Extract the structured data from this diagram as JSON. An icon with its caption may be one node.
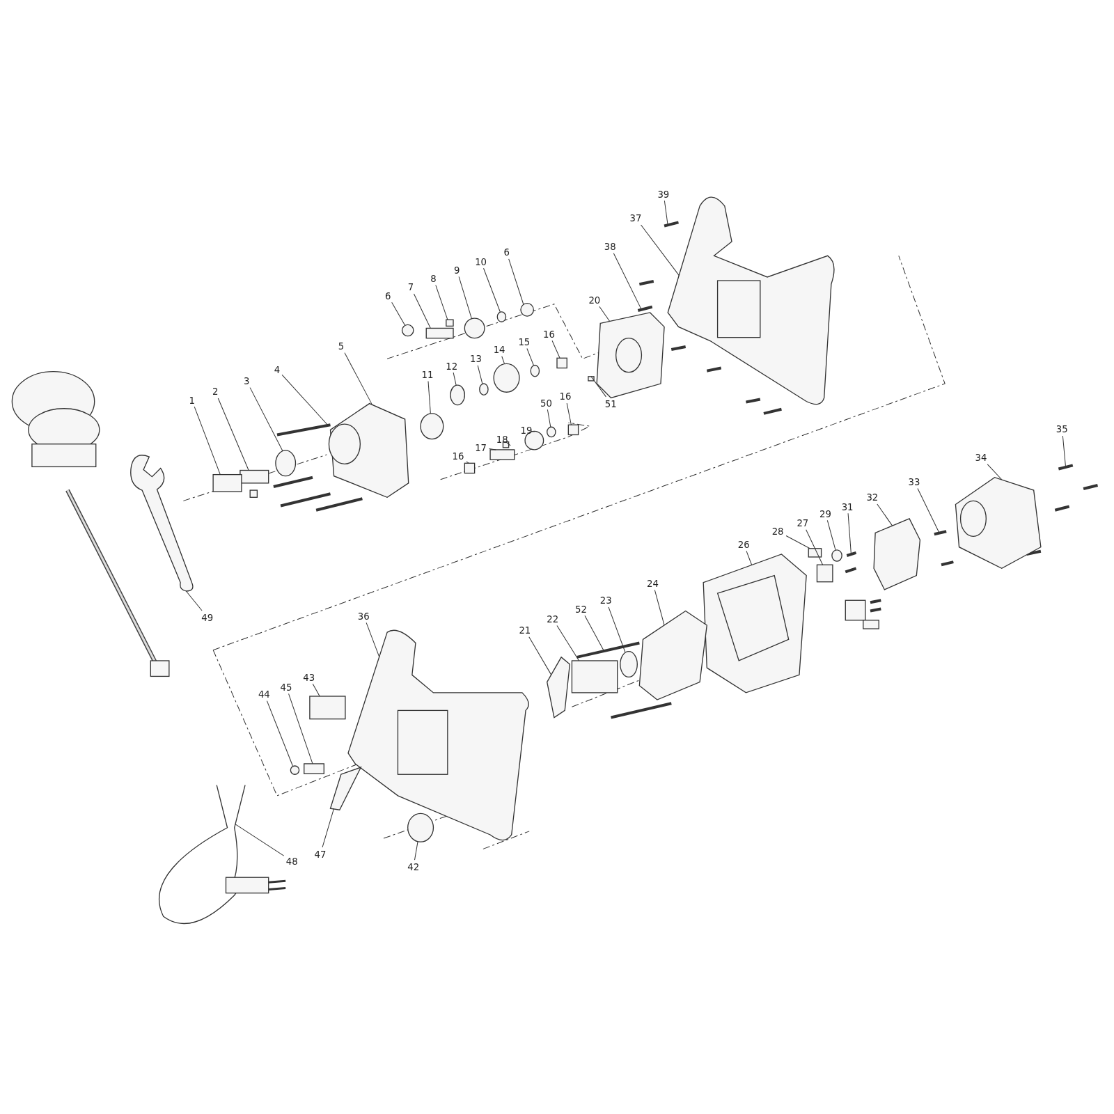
{
  "diagram": {
    "nodes": [
      {
        "text": [
          "39"
        ]
      },
      {
        "text": [
          "37"
        ]
      },
      {
        "text": [
          "38"
        ]
      },
      {
        "text": [
          "6"
        ]
      },
      {
        "text": [
          "10"
        ]
      },
      {
        "text": [
          "9"
        ]
      },
      {
        "text": [
          "8"
        ]
      },
      {
        "text": [
          "7"
        ]
      },
      {
        "text": [
          "6"
        ]
      },
      {
        "text": [
          "20"
        ]
      },
      {
        "text": [
          "16"
        ]
      },
      {
        "text": [
          "15"
        ]
      },
      {
        "text": [
          "14"
        ]
      },
      {
        "text": [
          "13"
        ]
      },
      {
        "text": [
          "12"
        ]
      },
      {
        "text": [
          "11"
        ]
      },
      {
        "text": [
          "5"
        ]
      },
      {
        "text": [
          "4"
        ]
      },
      {
        "text": [
          "3"
        ]
      },
      {
        "text": [
          "2"
        ]
      },
      {
        "text": [
          "1"
        ]
      },
      {
        "text": [
          "16"
        ]
      },
      {
        "text": [
          "50"
        ]
      },
      {
        "text": [
          "51"
        ]
      },
      {
        "text": [
          "19"
        ]
      },
      {
        "text": [
          "18"
        ]
      },
      {
        "text": [
          "17"
        ]
      },
      {
        "text": [
          "16"
        ]
      },
      {
        "text": [
          "35"
        ]
      },
      {
        "text": [
          "34"
        ]
      },
      {
        "text": [
          "33"
        ]
      },
      {
        "text": [
          "32"
        ]
      },
      {
        "text": [
          "31"
        ]
      },
      {
        "text": [
          "29"
        ]
      },
      {
        "text": [
          "27"
        ]
      },
      {
        "text": [
          "28"
        ]
      },
      {
        "text": [
          "26"
        ]
      },
      {
        "text": [
          "24"
        ]
      },
      {
        "text": [
          "23"
        ]
      },
      {
        "text": [
          "52"
        ]
      },
      {
        "text": [
          "22"
        ]
      },
      {
        "text": [
          "36"
        ]
      },
      {
        "text": [
          "49"
        ]
      },
      {
        "text": [
          "21"
        ]
      },
      {
        "text": [
          "43"
        ]
      },
      {
        "text": [
          "45"
        ]
      },
      {
        "text": [
          "44"
        ]
      },
      {
        "text": [
          "47"
        ]
      },
      {
        "text": [
          "48"
        ]
      },
      {
        "text": [
          "42"
        ]
      },
      {
        "text": [],
        "shape": "bar"
      },
      {
        "text": [],
        "shape": "picture"
      },
      {
        "text": [],
        "shape": "bar"
      },
      {
        "text": [],
        "shape": "circle"
      },
      {
        "text": [],
        "shape": "circle"
      },
      {
        "text": [],
        "shape": "circle"
      },
      {
        "text": [],
        "shape": "box"
      },
      {
        "text": [],
        "shape": "box"
      },
      {
        "text": [],
        "shape": "circle"
      },
      {
        "text": [],
        "shape": "picture"
      },
      {
        "text": [],
        "shape": "box"
      },
      {
        "text": [],
        "shape": "circle"
      },
      {
        "text": [],
        "shape": "circle"
      },
      {
        "text": [],
        "shape": "circle"
      },
      {
        "text": [],
        "shape": "circle"
      },
      {
        "text": [],
        "shape": "circle"
      },
      {
        "text": [],
        "shape": "picture"
      },
      {
        "text": [],
        "shape": "bar"
      },
      {
        "text": [],
        "shape": "circle"
      },
      {
        "text": [],
        "shape": "box"
      },
      {
        "text": [],
        "shape": "box"
      },
      {
        "text": [],
        "shape": "box"
      },
      {
        "text": [],
        "shape": "circle"
      },
      {
        "text": [],
        "shape": "box"
      },
      {
        "text": [],
        "shape": "circle"
      },
      {
        "text": [],
        "shape": "box"
      },
      {
        "text": [],
        "shape": "box"
      },
      {
        "text": [],
        "shape": "box"
      },
      {
        "text": [],
        "shape": "bar"
      },
      {
        "text": [],
        "shape": "picture"
      },
      {
        "text": [],
        "shape": "bar"
      },
      {
        "text": [],
        "shape": "picture"
      },
      {
        "text": [],
        "shape": "bar"
      },
      {
        "text": [],
        "shape": "circle"
      },
      {
        "text": [],
        "shape": "box"
      },
      {
        "text": [],
        "shape": "box"
      },
      {
        "text": [],
        "shape": "picture"
      },
      {
        "text": [],
        "shape": "picture"
      },
      {
        "text": [],
        "shape": "circle"
      },
      {
        "text": [],
        "shape": "bar"
      },
      {
        "text": [],
        "shape": "box"
      },
      {
        "text": [],
        "shape": "picture"
      },
      {
        "text": [],
        "shape": "picture"
      },
      {
        "text": [],
        "shape": "picture"
      },
      {
        "text": [],
        "shape": "box"
      },
      {
        "text": [],
        "shape": "box"
      },
      {
        "text": [],
        "shape": "circle"
      },
      {
        "text": [],
        "shape": "picture"
      },
      {
        "text": [],
        "shape": "picture"
      },
      {
        "text": [],
        "shape": "circle"
      }
    ],
    "edges": [
      {
        "from": 0,
        "to": 50,
        "arrow": "none"
      },
      {
        "from": 1,
        "to": 51,
        "arrow": "none"
      },
      {
        "from": 2,
        "to": 52,
        "arrow": "none"
      },
      {
        "from": 3,
        "to": 53,
        "arrow": "none"
      },
      {
        "from": 4,
        "to": 54,
        "arrow": "none"
      },
      {
        "from": 5,
        "to": 55,
        "arrow": "none"
      },
      {
        "from": 6,
        "to": 56,
        "arrow": "none"
      },
      {
        "from": 7,
        "to": 57,
        "arrow": "none"
      },
      {
        "from": 8,
        "to": 58,
        "arrow": "none"
      },
      {
        "from": 9,
        "to": 59,
        "arrow": "none"
      },
      {
        "from": 10,
        "to": 60,
        "arrow": "none"
      },
      {
        "from": 11,
        "to": 61,
        "arrow": "none"
      },
      {
        "from": 12,
        "to": 62,
        "arrow": "none"
      },
      {
        "from": 13,
        "to": 63,
        "arrow": "none"
      },
      {
        "from": 14,
        "to": 64,
        "arrow": "none"
      },
      {
        "from": 15,
        "to": 65,
        "arrow": "none"
      },
      {
        "from": 16,
        "to": 66,
        "arrow": "none"
      },
      {
        "from": 17,
        "to": 67,
        "arrow": "none"
      },
      {
        "from": 18,
        "to": 68,
        "arrow": "none"
      },
      {
        "from": 19,
        "to": 69,
        "arrow": "none"
      },
      {
        "from": 20,
        "to": 70,
        "arrow": "none"
      },
      {
        "from": 21,
        "to": 71,
        "arrow": "none"
      },
      {
        "from": 22,
        "to": 72,
        "arrow": "none"
      },
      {
        "from": 23,
        "to": 73,
        "arrow": "none"
      },
      {
        "from": 24,
        "to": 74,
        "arrow": "none"
      },
      {
        "from": 25,
        "to": 75,
        "arrow": "none"
      },
      {
        "from": 26,
        "to": 76,
        "arrow": "none"
      },
      {
        "from": 27,
        "to": 77,
        "arrow": "none"
      },
      {
        "from": 28,
        "to": 78,
        "arrow": "none"
      },
      {
        "from": 29,
        "to": 79,
        "arrow": "none"
      },
      {
        "from": 30,
        "to": 80,
        "arrow": "none"
      },
      {
        "from": 31,
        "to": 81,
        "arrow": "none"
      },
      {
        "from": 32,
        "to": 82,
        "arrow": "none"
      },
      {
        "from": 33,
        "to": 83,
        "arrow": "none"
      },
      {
        "from": 34,
        "to": 84,
        "arrow": "none"
      },
      {
        "from": 35,
        "to": 85,
        "arrow": "none"
      },
      {
        "from": 36,
        "to": 86,
        "arrow": "none"
      },
      {
        "from": 37,
        "to": 87,
        "arrow": "none"
      },
      {
        "from": 38,
        "to": 88,
        "arrow": "none"
      },
      {
        "from": 39,
        "to": 89,
        "arrow": "none"
      },
      {
        "from": 40,
        "to": 90,
        "arrow": "none"
      },
      {
        "from": 41,
        "to": 91,
        "arrow": "none"
      },
      {
        "from": 42,
        "to": 92,
        "arrow": "none"
      },
      {
        "from": 43,
        "to": 93,
        "arrow": "none"
      },
      {
        "from": 44,
        "to": 94,
        "arrow": "none"
      },
      {
        "from": 45,
        "to": 95,
        "arrow": "none"
      },
      {
        "from": 46,
        "to": 96,
        "arrow": "none"
      },
      {
        "from": 47,
        "to": 97,
        "arrow": "none"
      },
      {
        "from": 48,
        "to": 98,
        "arrow": "none"
      },
      {
        "from": 49,
        "to": 99,
        "arrow": "none"
      }
    ]
  }
}
